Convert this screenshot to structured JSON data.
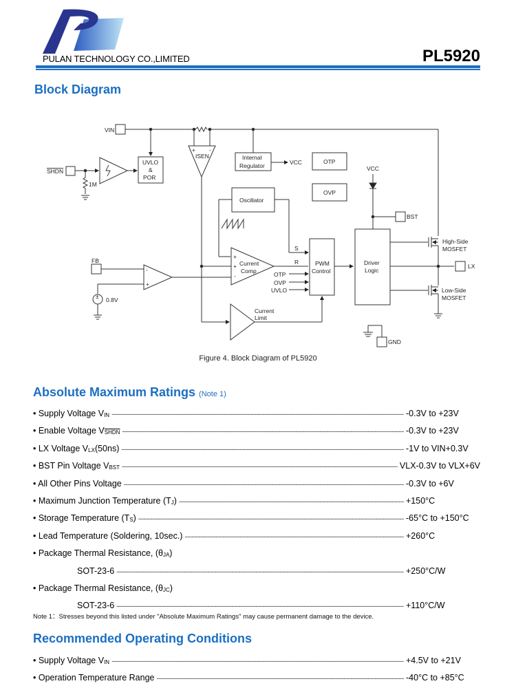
{
  "header": {
    "company": "PULAN TECHNOLOGY CO.,LIMITED",
    "part_number": "PL5920",
    "brand_colors": {
      "primary": "#1b6fc2",
      "logo_dark": "#2a3590",
      "logo_light": "#5fb3e6"
    }
  },
  "block_diagram": {
    "title": "Block Diagram",
    "caption": "Figure 4. Block Diagram of PL5920",
    "labels": {
      "vin": "VIN",
      "shdn": "SHDN",
      "res_1m": "1M",
      "uvlo_por_1": "UVLO",
      "uvlo_por_2": "&",
      "uvlo_por_3": "POR",
      "isen": "ISEN",
      "int_reg_1": "Internal",
      "int_reg_2": "Regulator",
      "vcc_out": "VCC",
      "otp": "OTP",
      "ovp": "OVP",
      "vcc_diode": "VCC",
      "bst": "BST",
      "oscillator": "Oscillator",
      "fb": "FB",
      "vref": "0.8V",
      "cur_comp_1": "Current",
      "cur_comp_2": "Comp",
      "s": "S",
      "r": "R",
      "otp_in": "OTP",
      "ovp_in": "OVP",
      "uvlo_in": "UVLO",
      "pwm_1": "PWM",
      "pwm_2": "Control",
      "cur_limit_1": "Current",
      "cur_limit_2": "Limit",
      "driver_1": "Driver",
      "driver_2": "Logic",
      "hs_1": "High-Side",
      "hs_2": "MOSFET",
      "ls_1": "Low-Side",
      "ls_2": "MOSFET",
      "lx": "LX",
      "gnd": "GND"
    }
  },
  "abs_max": {
    "title": "Absolute Maximum Ratings",
    "note_ref": "(Note 1)",
    "rows": [
      {
        "label": "Supply Voltage V",
        "sub": "IN",
        "value": "-0.3V to +23V"
      },
      {
        "label": "Enable Voltage V",
        "sub": "SHDN",
        "value": "-0.3V to +23V"
      },
      {
        "label": "LX Voltage V",
        "sub": "LX",
        "suffix": "(50ns)",
        "value": "-1V to VIN+0.3V"
      },
      {
        "label": "BST Pin Voltage V",
        "sub": "BST",
        "value": "VLX-0.3V to VLX+6V"
      },
      {
        "label": "All Other Pins Voltage",
        "value": "-0.3V to +6V"
      },
      {
        "label": "Maximum Junction Temperature (T",
        "sub": "J",
        "suffix": ")",
        "value": "+150°C"
      },
      {
        "label": "Storage Temperature (T",
        "sub": "S",
        "suffix": ")",
        "value": "-65°C to +150°C"
      },
      {
        "label": "Lead Temperature (Soldering, 10sec.)",
        "value": "+260°C"
      },
      {
        "label": "Package Thermal Resistance, (θ",
        "sub": "JA",
        "suffix": ")"
      },
      {
        "label": "SOT-23-6",
        "value": "+250°C/W"
      },
      {
        "label": "Package Thermal Resistance, (θ",
        "sub": "JC",
        "suffix": ")"
      },
      {
        "label": "SOT-23-6",
        "value": "+110°C/W"
      }
    ],
    "note": "Note 1：Stresses beyond this listed under \"Absolute Maximum Ratings\" may cause permanent damage to the device."
  },
  "rec_op": {
    "title": "Recommended Operating Conditions",
    "rows": [
      {
        "label": "Supply Voltage V",
        "sub": "IN",
        "value": "+4.5V to +21V"
      },
      {
        "label": "Operation Temperature Range",
        "value": "-40°C to +85°C"
      }
    ]
  }
}
